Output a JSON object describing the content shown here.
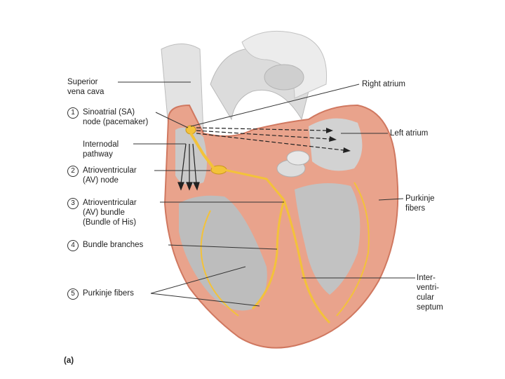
{
  "figure": {
    "panel_label": "(a)",
    "colors": {
      "heart_wall": "#e9a38c",
      "heart_wall_dark": "#d9735c",
      "chamber_gray": "#c9c9c9",
      "vessel_gray": "#e6e6e6",
      "conduction": "#f3c23a",
      "leader": "#333333"
    },
    "left_labels": {
      "svc": "Superior\nvena cava",
      "sa": {
        "number": "1",
        "text": "Sinoatrial (SA)\nnode (pacemaker)"
      },
      "internodal": "Internodal\npathway",
      "av_node": {
        "number": "2",
        "text": "Atrioventricular\n(AV) node"
      },
      "av_bundle": {
        "number": "3",
        "text": "Atrioventricular\n(AV) bundle\n(Bundle of His)"
      },
      "branches": {
        "number": "4",
        "text": "Bundle branches"
      },
      "purkinje": {
        "number": "5",
        "text": "Purkinje fibers"
      }
    },
    "right_labels": {
      "right_atrium": "Right atrium",
      "left_atrium": "Left atrium",
      "purkinje": "Purkinje\nfibers",
      "septum": "Inter-\nventri-\ncular\nseptum"
    }
  }
}
